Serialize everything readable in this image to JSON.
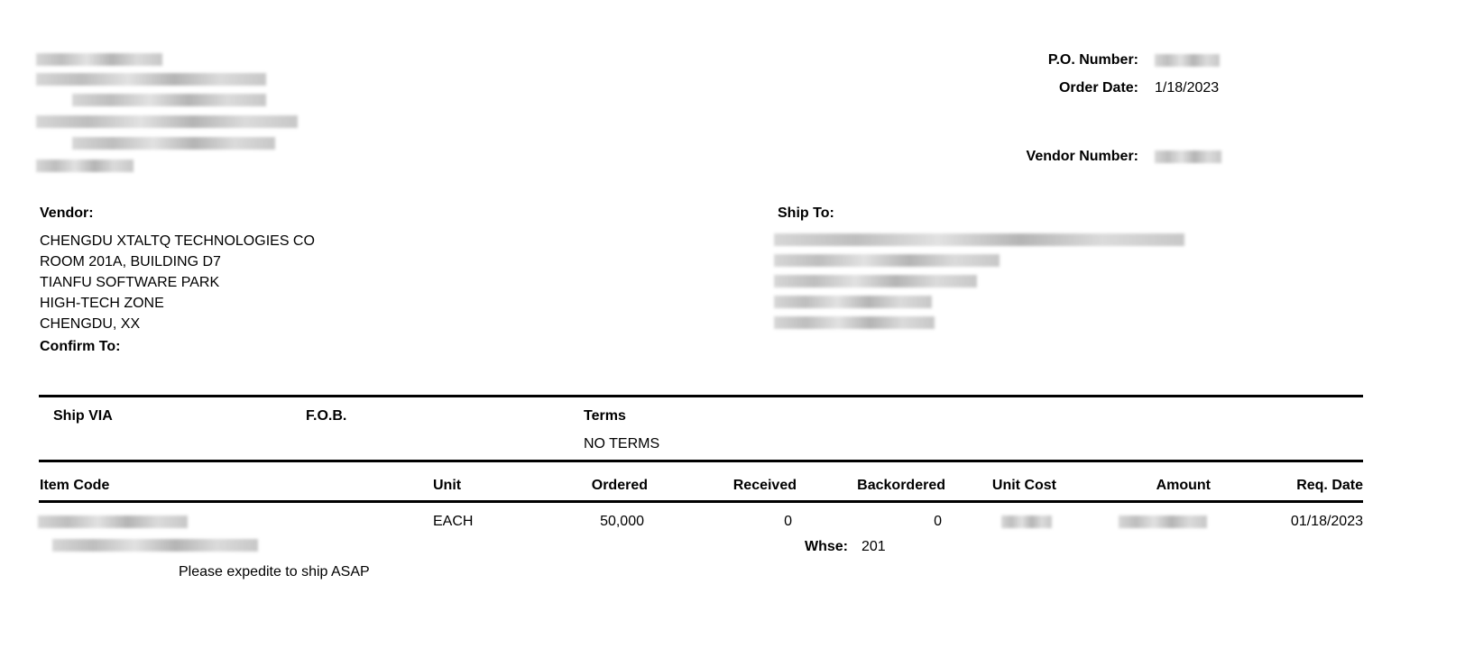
{
  "header": {
    "po_number_label": "P.O. Number:",
    "order_date_label": "Order Date:",
    "order_date": "1/18/2023",
    "vendor_number_label": "Vendor Number:"
  },
  "vendor": {
    "label": "Vendor:",
    "lines": [
      "CHENGDU XTALTQ TECHNOLOGIES CO",
      "ROOM 201A, BUILDING D7",
      "TIANFU SOFTWARE PARK",
      "HIGH-TECH ZONE",
      "CHENGDU, XX"
    ],
    "confirm_to_label": "Confirm To:"
  },
  "ship_to": {
    "label": "Ship To:"
  },
  "shipping": {
    "ship_via_label": "Ship VIA",
    "fob_label": "F.O.B.",
    "terms_label": "Terms",
    "terms_value": "NO TERMS"
  },
  "table": {
    "headers": [
      "Item Code",
      "Unit",
      "Ordered",
      "Received",
      "Backordered",
      "Unit Cost",
      "Amount",
      "Req. Date"
    ],
    "rows": [
      {
        "unit": "EACH",
        "ordered": "50,000",
        "received": "0",
        "backordered": "0",
        "req_date": "01/18/2023",
        "whse_label": "Whse:",
        "whse": "201",
        "note": "Please expedite to ship ASAP"
      }
    ]
  }
}
